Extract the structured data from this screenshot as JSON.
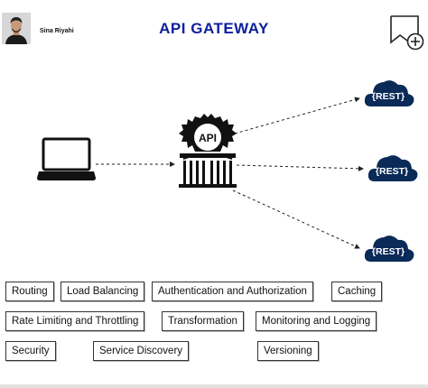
{
  "header": {
    "author": "Sina Riyahi",
    "title": "API GATEWAY"
  },
  "diagram": {
    "client_icon": "laptop-icon",
    "gateway_icon": "api-gateway-icon",
    "gateway_label": "API",
    "service_icon": "cloud-icon",
    "service_label": "{REST}",
    "arrow_style": "dashed"
  },
  "features": [
    "Routing",
    "Load Balancing",
    "Authentication and Authorization",
    "Caching",
    "Rate Limiting and Throttling",
    "Transformation",
    "Monitoring and Logging",
    "Security",
    "Service Discovery",
    "Versioning"
  ],
  "colors": {
    "title": "#0b1f9c",
    "cloud": "#0a2a57",
    "icon": "#111111"
  }
}
